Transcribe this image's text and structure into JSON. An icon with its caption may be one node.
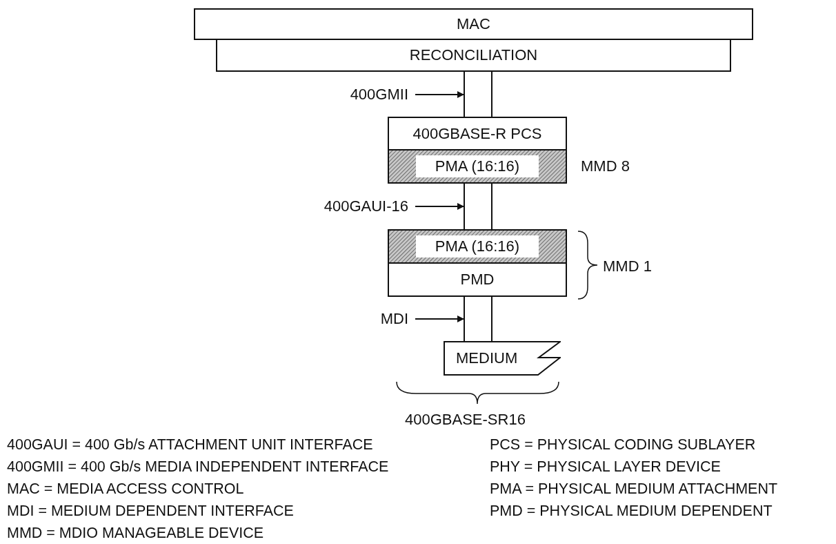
{
  "diagram": {
    "nodes": [
      {
        "text": [
          "MAC"
        ]
      },
      {
        "text": [
          "RECONCILIATION"
        ]
      },
      {
        "text": [
          "400GBASE-R PCS"
        ]
      },
      {
        "text": [
          "PMA (16:16)"
        ]
      },
      {
        "text": [
          "PMA (16:16)"
        ]
      },
      {
        "text": [
          "PMD"
        ]
      },
      {
        "text": [
          "MEDIUM"
        ]
      },
      {
        "text": [
          "400GMII"
        ]
      },
      {
        "text": [
          "400GAUI-16"
        ]
      },
      {
        "text": [
          "MDI"
        ]
      },
      {
        "text": [],
        "shape": "bar"
      },
      {
        "text": [],
        "shape": "bar"
      },
      {
        "text": [],
        "shape": "bar"
      }
    ],
    "edges": [
      {
        "from": 7,
        "to": 10,
        "arrow": "to"
      },
      {
        "from": 8,
        "to": 11,
        "arrow": "to"
      },
      {
        "from": 9,
        "to": 12,
        "arrow": "to"
      }
    ],
    "labels": [
      "MMD 8",
      "MMD 1",
      "400GBASE-SR16",
      "400GAUI = 400 Gb/s ATTACHMENT UNIT INTERFACE",
      "PCS = PHYSICAL CODING SUBLAYER",
      "400GMII = 400 Gb/s MEDIA INDEPENDENT INTERFACE",
      "PHY = PHYSICAL LAYER DEVICE",
      "MAC = MEDIA ACCESS CONTROL",
      "PMA = PHYSICAL MEDIUM ATTACHMENT",
      "MDI = MEDIUM DEPENDENT INTERFACE",
      "PMD = PHYSICAL MEDIUM DEPENDENT",
      "MMD = MDIO MANAGEABLE DEVICE"
    ]
  }
}
